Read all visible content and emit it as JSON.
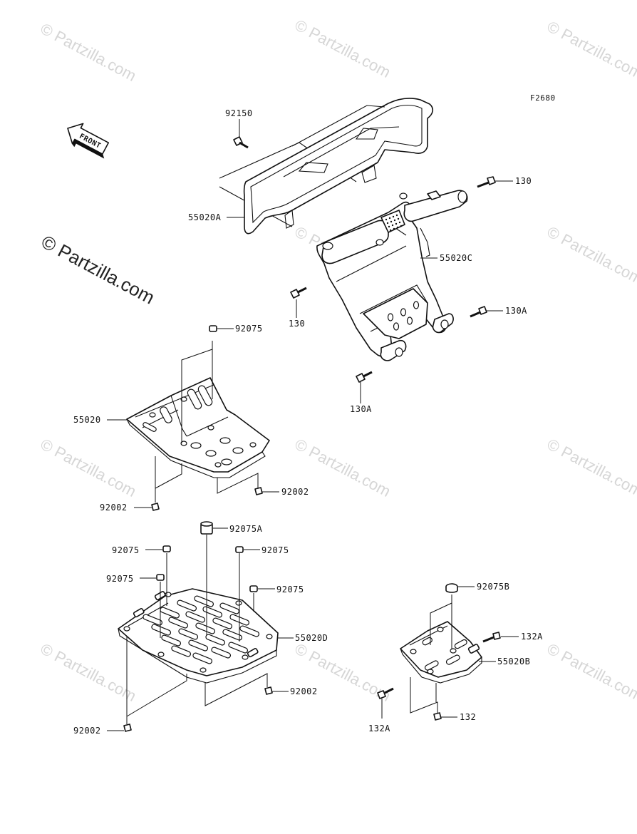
{
  "figure_code": "F2680",
  "front_label": "FRONT",
  "watermark": {
    "small": "© Partzilla.com",
    "large": "© Partzilla.com"
  },
  "callouts": [
    {
      "id": "92150",
      "text": "92150"
    },
    {
      "id": "55020A",
      "text": "55020A"
    },
    {
      "id": "130_top",
      "text": "130"
    },
    {
      "id": "55020C",
      "text": "55020C"
    },
    {
      "id": "130_mid",
      "text": "130"
    },
    {
      "id": "130A_right",
      "text": "130A"
    },
    {
      "id": "130A_bottom",
      "text": "130A"
    },
    {
      "id": "92075_top",
      "text": "92075"
    },
    {
      "id": "55020",
      "text": "55020"
    },
    {
      "id": "92002_mid_right",
      "text": "92002"
    },
    {
      "id": "92002_mid_left",
      "text": "92002"
    },
    {
      "id": "92075A",
      "text": "92075A"
    },
    {
      "id": "92075_a",
      "text": "92075"
    },
    {
      "id": "92075_b",
      "text": "92075"
    },
    {
      "id": "92075_c",
      "text": "92075"
    },
    {
      "id": "92075_d",
      "text": "92075"
    },
    {
      "id": "55020D",
      "text": "55020D"
    },
    {
      "id": "92002_low_right",
      "text": "92002"
    },
    {
      "id": "92002_low_left",
      "text": "92002"
    },
    {
      "id": "92075B",
      "text": "92075B"
    },
    {
      "id": "132A_right",
      "text": "132A"
    },
    {
      "id": "55020B",
      "text": "55020B"
    },
    {
      "id": "132",
      "text": "132"
    },
    {
      "id": "132A_left",
      "text": "132A"
    }
  ]
}
